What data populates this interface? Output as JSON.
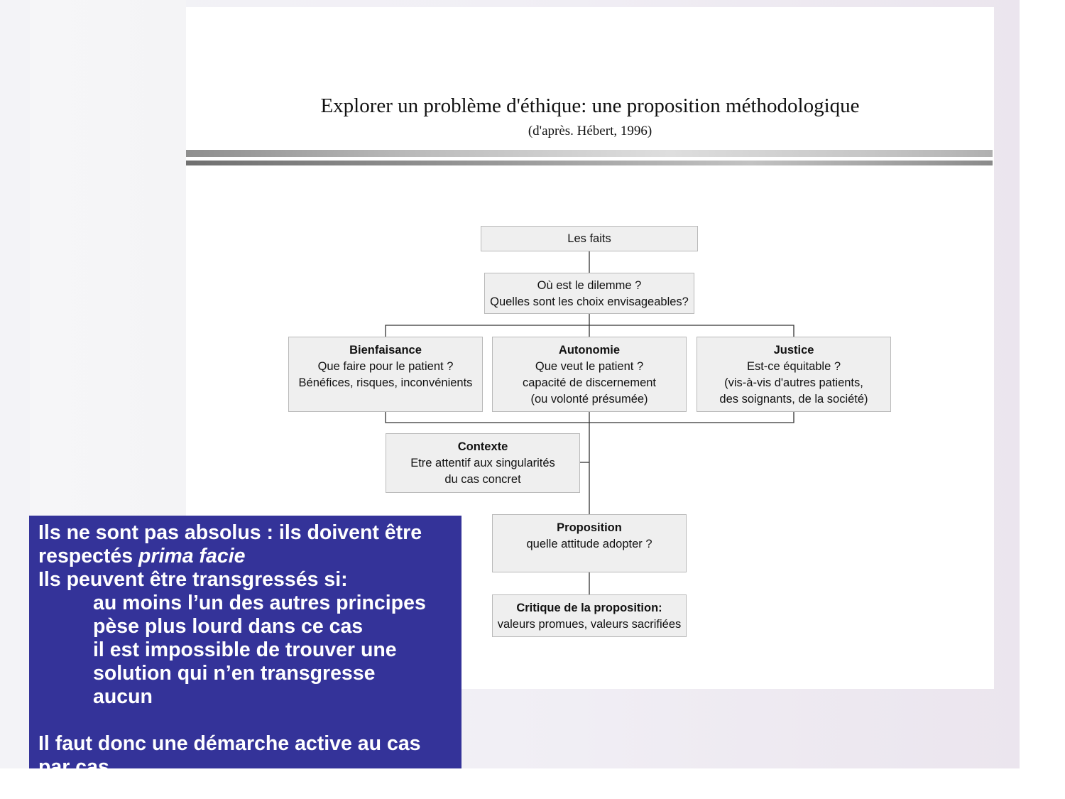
{
  "document": {
    "title": "Explorer un problème d'éthique: une proposition méthodologique",
    "subtitle": "(d'après. Hébert, 1996)"
  },
  "diagram": {
    "faits": {
      "line1": "Les faits"
    },
    "dilemme": {
      "line1": "Où est le dilemme ?",
      "line2": "Quelles sont les choix envisageables?"
    },
    "bienfaisance": {
      "heading": "Bienfaisance",
      "line1": "Que faire pour le patient ?",
      "line2": "Bénéfices, risques, inconvénients"
    },
    "autonomie": {
      "heading": "Autonomie",
      "line1": "Que veut le patient ?",
      "line2": "capacité de discernement",
      "line3": "(ou volonté présumée)"
    },
    "justice": {
      "heading": "Justice",
      "line1": "Est-ce équitable ?",
      "line2": "(vis-à-vis d'autres patients,",
      "line3": "des soignants, de la société)"
    },
    "contexte": {
      "heading": "Contexte",
      "line1": "Etre attentif aux singularités",
      "line2": "du cas concret"
    },
    "proposition": {
      "heading": "Proposition",
      "line1": "quelle attitude adopter ?"
    },
    "critique": {
      "heading": "Critique de la proposition:",
      "line1": "valeurs promues, valeurs sacrifiées"
    }
  },
  "overlay": {
    "line1": "Ils ne sont pas absolus : ils doivent être",
    "line2_prefix": "respectés ",
    "line2_italic": "prima facie",
    "line3": "Ils peuvent être transgressés si:",
    "line4": "au moins l’un des autres principes",
    "line5": "pèse plus lourd dans ce cas",
    "line6": "il est impossible de trouver une",
    "line7": "solution qui n’en transgresse",
    "line8": "aucun",
    "line9": "Il faut donc une démarche active au cas",
    "line10": "par cas"
  },
  "colors": {
    "overlay_background": "#343399",
    "box_fill": "#efefef",
    "box_border": "#b9b9b9"
  }
}
